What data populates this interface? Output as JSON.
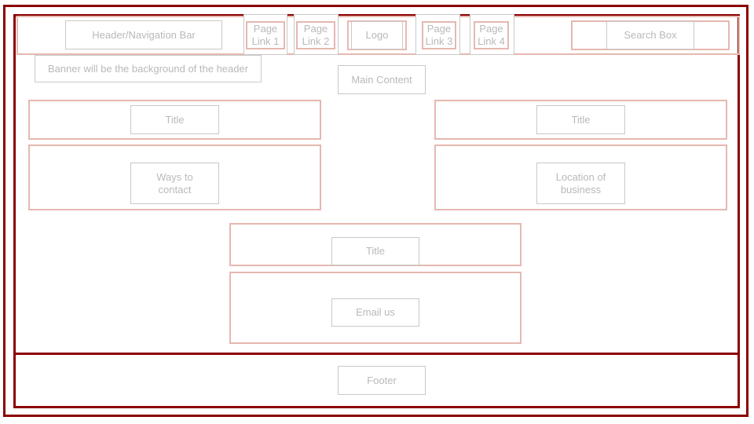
{
  "header": {
    "nav_label": "Header/Navigation Bar",
    "banner_note": "Banner will be the background of the header",
    "links": [
      "Page\nLink 1",
      "Page\nLink 2",
      "Page\nLink 3",
      "Page\nLink 4"
    ],
    "logo": "Logo",
    "search": "Search Box"
  },
  "main": {
    "label": "Main Content",
    "left": {
      "title": "Title",
      "body": "Ways to\ncontact"
    },
    "right": {
      "title": "Title",
      "body": "Location of\nbusiness"
    },
    "center": {
      "title": "Title",
      "body": "Email us"
    }
  },
  "footer": {
    "label": "Footer"
  },
  "colors": {
    "frame": "#8b0000",
    "section": "#e6b8b0",
    "box_border": "#c9c9c9",
    "text": "#b9b9b9"
  }
}
